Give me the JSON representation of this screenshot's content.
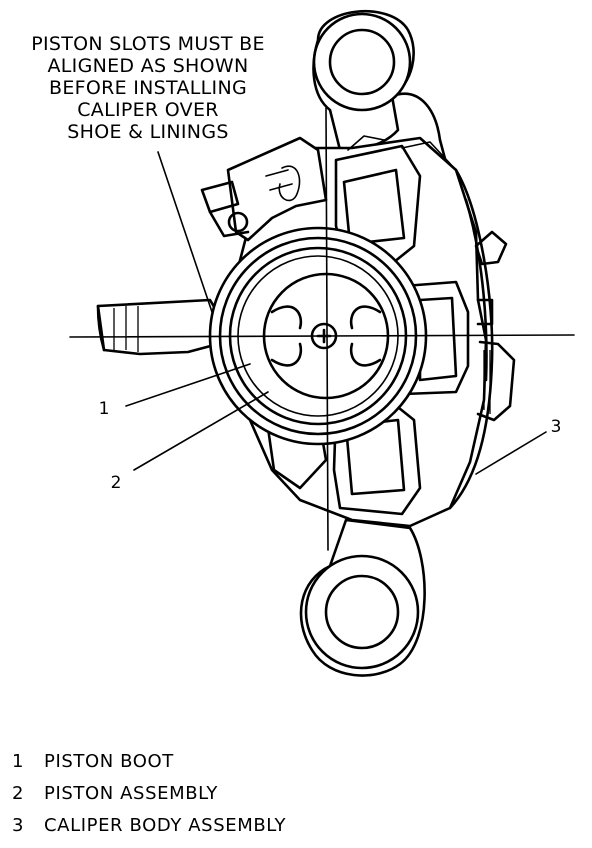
{
  "note": {
    "lines": [
      "PISTON SLOTS MUST BE",
      "ALIGNED AS SHOWN",
      "BEFORE INSTALLING",
      "CALIPER OVER",
      "SHOE & LININGS"
    ]
  },
  "callouts": [
    {
      "number": "1"
    },
    {
      "number": "2"
    },
    {
      "number": "3"
    }
  ],
  "legend": [
    {
      "number": "1",
      "label": "PISTON BOOT"
    },
    {
      "number": "2",
      "label": "PISTON ASSEMBLY"
    },
    {
      "number": "3",
      "label": "CALIPER BODY ASSEMBLY"
    }
  ]
}
